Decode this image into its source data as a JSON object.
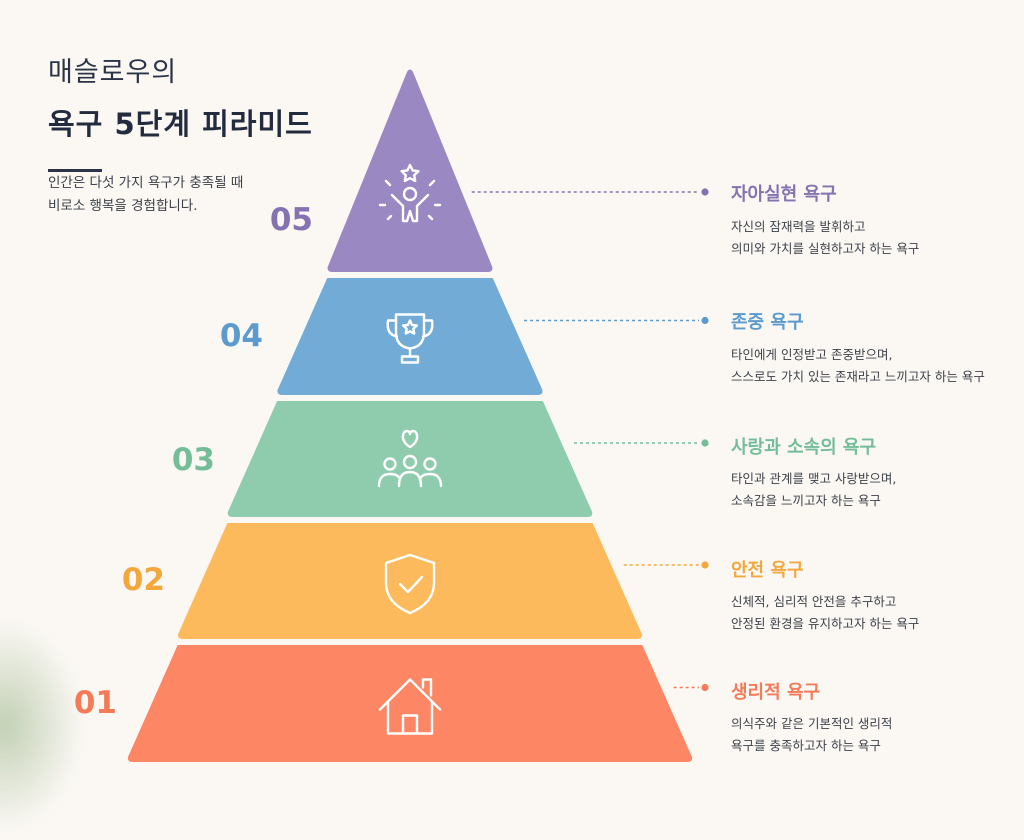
{
  "title": {
    "line1": "매슬로우의",
    "line2": "욕구 5단계 피라미드"
  },
  "intro": {
    "text": "인간은 다섯 가지 욕구가 충족될 때 비로소 행복을 경험합니다."
  },
  "levels": [
    {
      "number": "05",
      "title": "자아실현 욕구",
      "desc": [
        "자신의 잠재력을 발휘하고",
        "의미와 가치를 실현하고자 하는 욕구"
      ],
      "icon": "person-star-icon",
      "color": "#9a88c2",
      "text_color": "#8473b0"
    },
    {
      "number": "04",
      "title": "존중 욕구",
      "desc": [
        "타인에게 인정받고 존중받으며,",
        "스스로도 가치 있는 존재라고 느끼고자 하는 욕구"
      ],
      "icon": "trophy-icon",
      "color": "#72acd6",
      "text_color": "#5b9bcd"
    },
    {
      "number": "03",
      "title": "사랑과 소속의 욕구",
      "desc": [
        "타인과 관계를 맺고 사랑받으며,",
        "소속감을 느끼고자 하는 욕구"
      ],
      "icon": "group-heart-icon",
      "color": "#8fccae",
      "text_color": "#74bd98"
    },
    {
      "number": "02",
      "title": "안전 욕구",
      "desc": [
        "신체적, 심리적 안전을 추구하고",
        "안정된 환경을 유지하고자 하는 욕구"
      ],
      "icon": "shield-check-icon",
      "color": "#fdba5c",
      "text_color": "#f4a73d"
    },
    {
      "number": "01",
      "title": "생리적 욕구",
      "desc": [
        "의식주와 같은 기본적인 생리적",
        "욕구를 충족하고자 하는 욕구"
      ],
      "icon": "house-icon",
      "color": "#fd8665",
      "text_color": "#f47a58"
    }
  ]
}
